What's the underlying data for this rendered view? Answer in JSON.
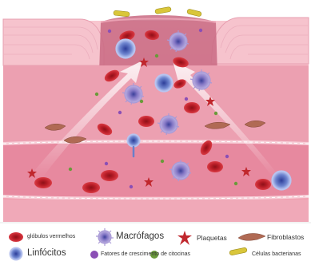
{
  "legend": {
    "red_blood_cells": "glóbulos vermelhos",
    "macrophages": "Macrófagos",
    "platelets": "Plaquetas",
    "fibroblasts": "Fibroblastos",
    "lymphocytes": "Linfócitos",
    "cytokine_growth_factors": "Fatores de crescimento de citocinas",
    "bacterial_cells": "Células bacterianas"
  },
  "colors": {
    "tissue": "#f4a7b5",
    "wound": "#c9627c",
    "vessel": "#e98aa0",
    "red_blood_cell": "#c8232d",
    "macrophage": "#8b7cc8",
    "lymphocyte": "#6b7fc9",
    "platelet": "#c0272d",
    "fibroblast": "#b06a54",
    "cytokine_purple": "#8b4fb5",
    "cytokine_green": "#6a9a3a",
    "bacteria": "#d9c63a"
  }
}
